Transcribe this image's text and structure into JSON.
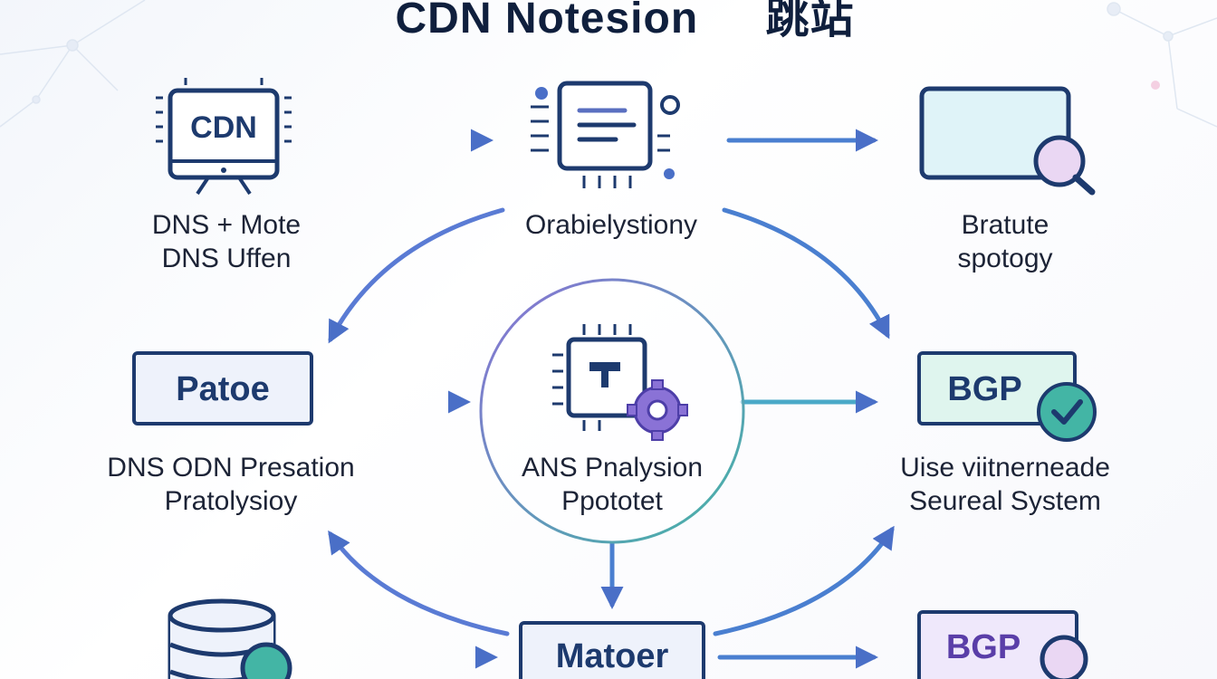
{
  "title": "CDN Notesion",
  "title_suffix": "跳站",
  "colors": {
    "navy": "#1d3a6e",
    "blue_arrow": "#4a6fc7",
    "purple": "#8a72d6",
    "teal": "#43b5a5",
    "light_fill": "#eef2fb"
  },
  "nodes": {
    "cdn_monitor": {
      "badge": "CDN",
      "label_line1": "DNS + Mote",
      "label_line2": "DNS Uffen"
    },
    "chip_doc": {
      "label_line1": "Orabielystiony"
    },
    "screen_search": {
      "label_line1": "Bratute",
      "label_line2": "spotogy"
    },
    "patoe_box": {
      "badge": "Patoe",
      "label_line1": "DNS ODN Presation",
      "label_line2": "Pratolysioy"
    },
    "center_chip": {
      "label_line1": "ANS Pnalysion",
      "label_line2": "Ppototet"
    },
    "bgp_check": {
      "badge": "BGP",
      "label_line1": "Uise viitnerneade",
      "label_line2": "Seureal System"
    },
    "database": {},
    "matoer_box": {
      "badge": "Matoer"
    },
    "bgp_search": {
      "badge": "BGP"
    }
  }
}
